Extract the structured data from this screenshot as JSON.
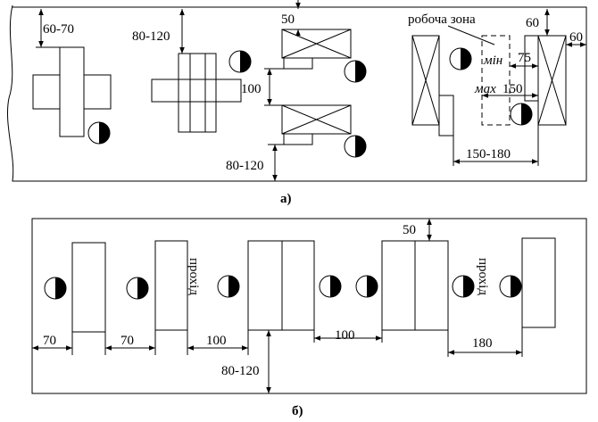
{
  "diagram_a": {
    "caption": "а)",
    "labels": {
      "dim_60_70": "60-70",
      "dim_80_120_top": "80-120",
      "dim_50": "50",
      "dim_100": "100",
      "dim_80_120_bottom": "80-120",
      "work_zone": "робоча зона",
      "dim_60_top": "60",
      "dim_60_right": "60",
      "min_label": "мін",
      "dim_75": "75",
      "max_label": "мах",
      "dim_150": "150",
      "dim_150_180": "150-180"
    }
  },
  "diagram_b": {
    "caption": "б)",
    "labels": {
      "dim_50": "50",
      "dim_70_left": "70",
      "dim_70": "70",
      "dim_100_left": "100",
      "dim_100_right": "100",
      "dim_80_120": "80-120",
      "dim_180": "180",
      "passage_left": "прохід",
      "passage_right": "прохід"
    }
  },
  "colors": {
    "line": "#000000",
    "background": "#ffffff"
  },
  "icons": {
    "worker": "half-filled-circle",
    "machine": "crossed-rectangle"
  }
}
